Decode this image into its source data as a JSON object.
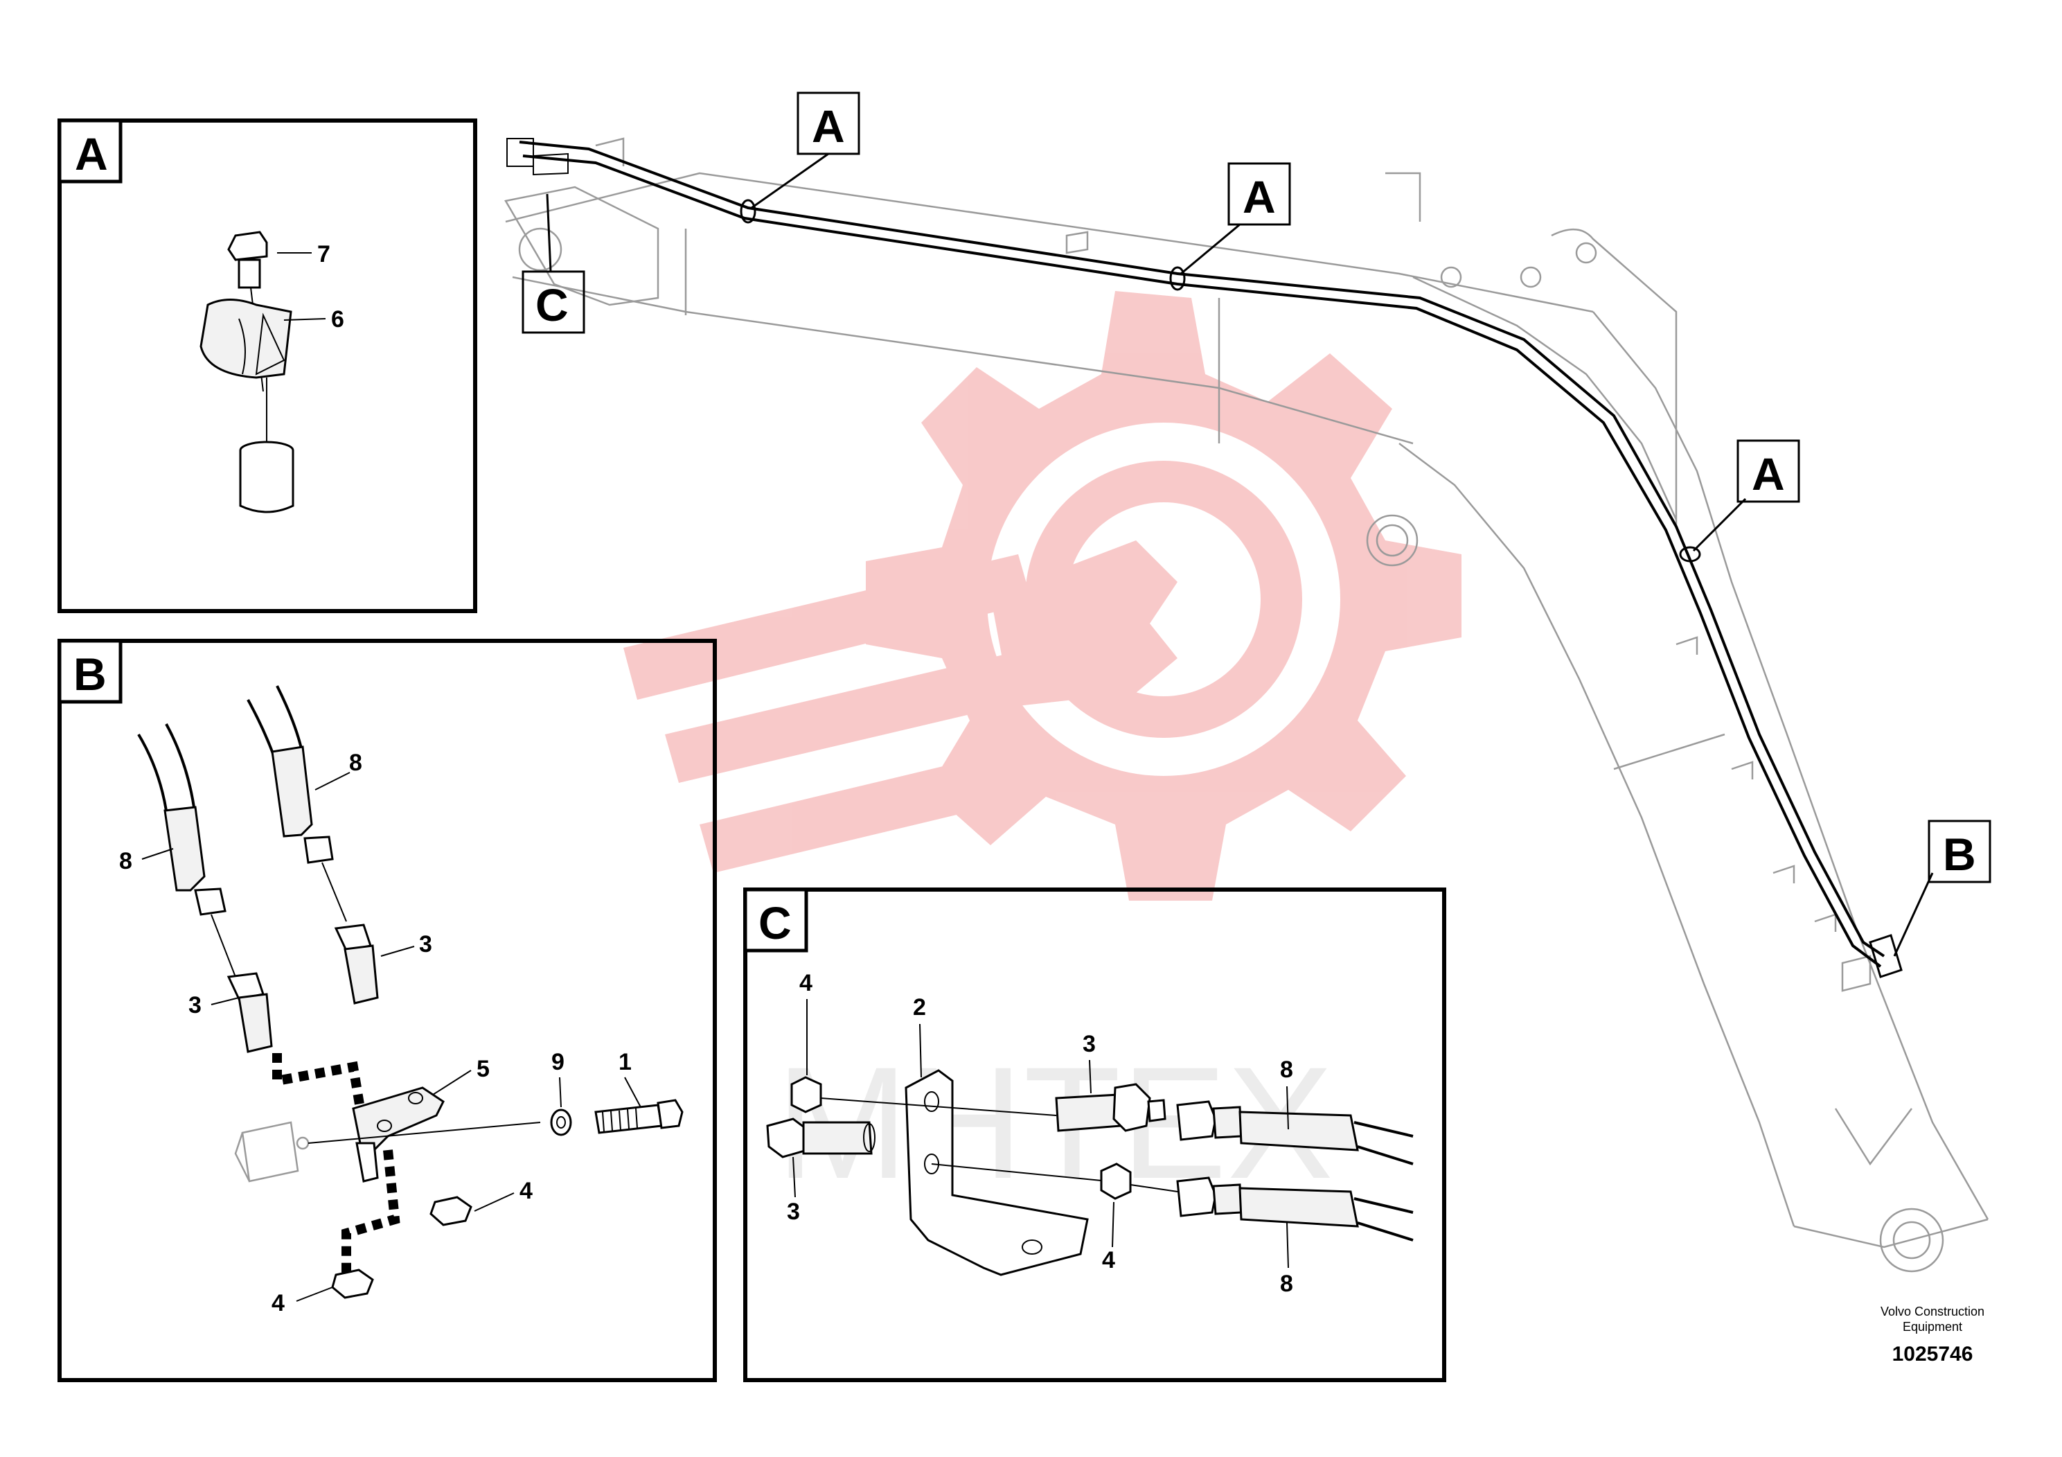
{
  "watermark": {
    "text": "МНТЕХ",
    "color": "#f4a0a0"
  },
  "panels": {
    "A": {
      "label": "A",
      "callouts": [
        "7",
        "6"
      ]
    },
    "B": {
      "label": "B",
      "callouts": [
        "8",
        "8",
        "3",
        "3",
        "5",
        "9",
        "1",
        "4",
        "4"
      ]
    },
    "C": {
      "label": "C",
      "callouts": [
        "4",
        "2",
        "3",
        "8",
        "3",
        "4",
        "8"
      ]
    }
  },
  "boom_labels": [
    "A",
    "A",
    "A",
    "B",
    "C"
  ],
  "footer": {
    "company_line1": "Volvo Construction",
    "company_line2": "Equipment",
    "drawing_number": "1025746"
  }
}
